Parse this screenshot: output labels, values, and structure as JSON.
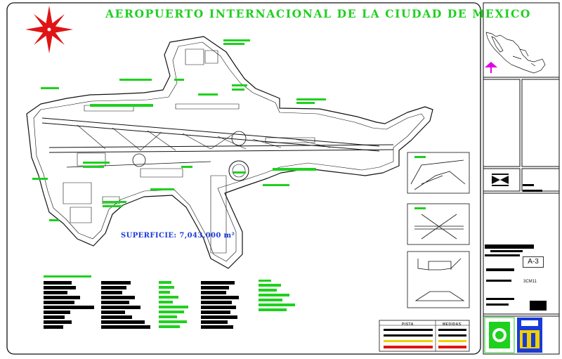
{
  "drawing": {
    "title": "AEROPUERTO INTERNACIONAL DE LA CIUDAD DE MEXICO",
    "superficie_label": "SUPERFICIE: 7,043,000 m²",
    "sheet_code": "A-3",
    "drawing_id": "3CM11"
  },
  "legend_table": {
    "headers": [
      "PISTA",
      "MEDIDAS"
    ]
  },
  "colors": {
    "outline": "#111111",
    "label": "#1fd01f",
    "accent_blue": "#1a3ad8",
    "north_arrow": "#e01414",
    "marker": "#e000e0",
    "fill_black": "#000000"
  },
  "icons": [
    "north-arrow-icon",
    "mexico-map-icon",
    "logo-seal-icon"
  ]
}
